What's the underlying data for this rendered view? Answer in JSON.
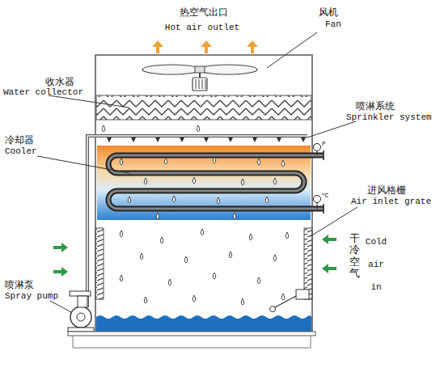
{
  "diagram": {
    "labels": [
      "热空气出口",
      "Hot air outlet",
      "风机",
      "Fan",
      "收水器",
      "Water collector",
      "喷淋系统",
      "Sprinkler system",
      "冷却器",
      "Cooler",
      "P",
      "°C",
      "进风格栅",
      "Air inlet grate",
      "干冷空气",
      "Cold air in",
      "喷淋泵",
      "Spray pump"
    ]
  }
}
